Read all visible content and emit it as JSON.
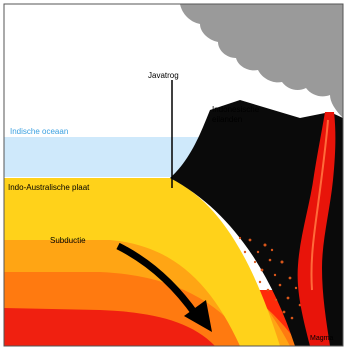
{
  "labels": {
    "trench": "Javatrog",
    "islands_line1": "Indonesische",
    "islands_line2": "eilanden",
    "ocean": "Indische oceaan",
    "plate": "Indo-Australische plaat",
    "subduction": "Subductie",
    "magma": "Magma"
  },
  "colors": {
    "sky": "#ffffff",
    "ocean": "#cfe9fb",
    "ocean_label": "#3aa0e0",
    "crust_black": "#0a0a0a",
    "smoke": "#9a9a9a",
    "plate_yellow": "#ffd21a",
    "plate_orange": "#ffa514",
    "plate_dark_orange": "#ff7a10",
    "mantle_red": "#ff2a0a",
    "lava_red": "#e8140a",
    "border": "#555555"
  }
}
